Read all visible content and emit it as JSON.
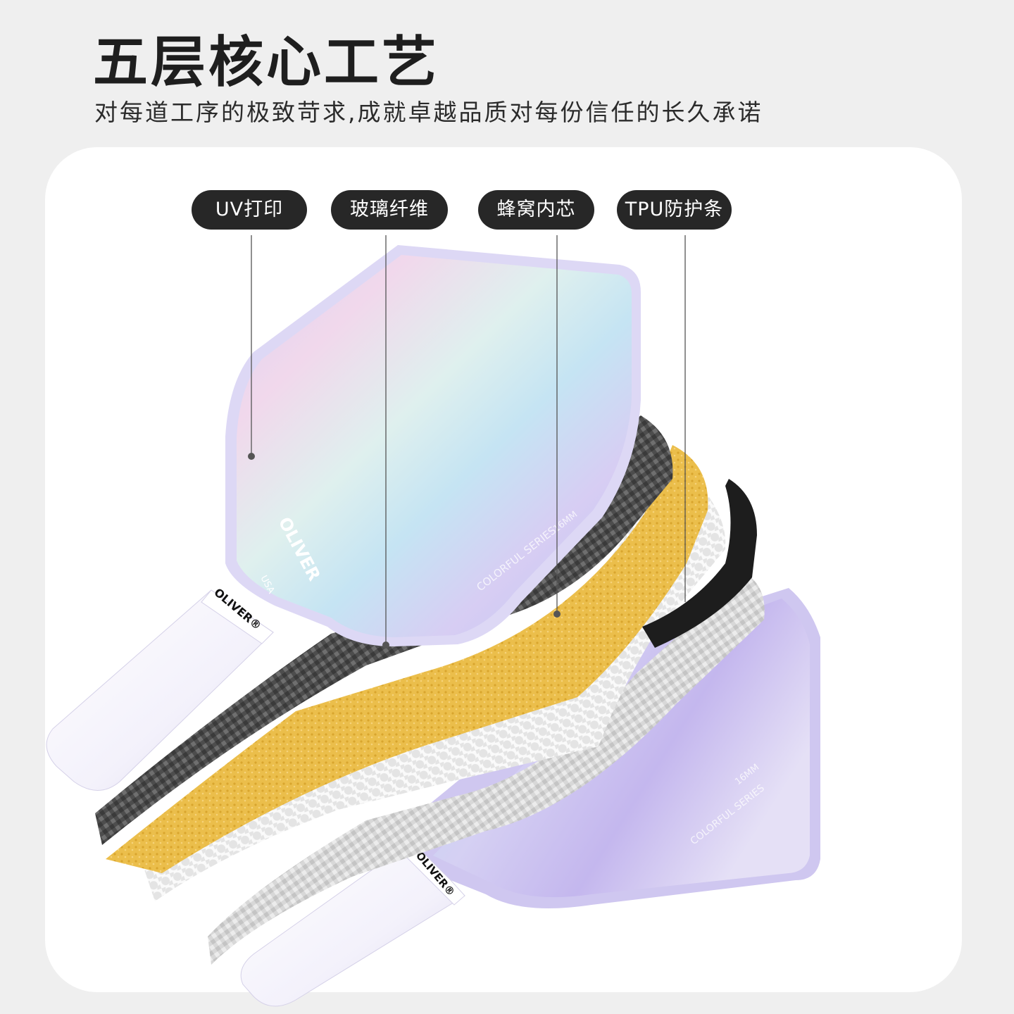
{
  "header": {
    "title": "五层核心工艺",
    "subtitle": "对每道工序的极致苛求,成就卓越品质对每份信任的长久承诺"
  },
  "layers": [
    {
      "id": "uv-print",
      "label": "UV打印"
    },
    {
      "id": "glass-fiber",
      "label": "玻璃纤维"
    },
    {
      "id": "honeycomb-core",
      "label": "蜂窝内芯"
    },
    {
      "id": "tpu-edge-guard",
      "label": "TPU防护条"
    }
  ],
  "product": {
    "brand": "OLIVER",
    "brand_mark": "OLIVER®",
    "country": "USA",
    "series": "COLORFUL SERIES",
    "thickness": "16MM"
  },
  "colors": {
    "page_background": "#efefef",
    "card_background": "#ffffff",
    "tag_background": "#272727",
    "tag_text": "#ffffff",
    "paddle_edge": "#c9c2ee",
    "carbon_layer": "#555555",
    "honeycomb_layer": "#f2f2f2",
    "cork_layer": "#e8b843",
    "tpu_strip": "#1d1d1d"
  }
}
